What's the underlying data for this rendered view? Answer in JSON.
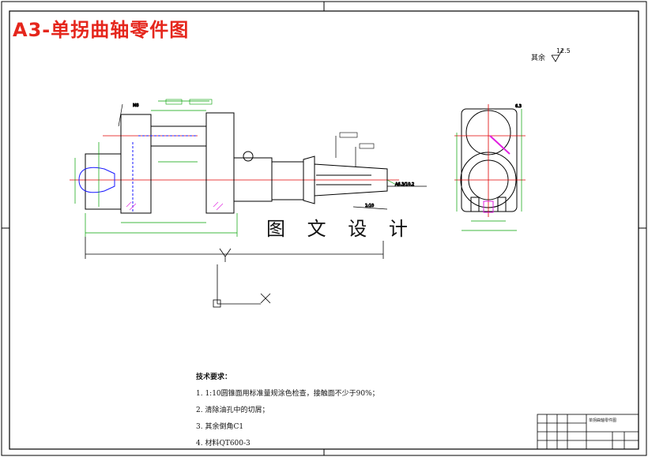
{
  "drawing": {
    "title": "A3-单拐曲轴零件图",
    "watermark": "图 文 设 计",
    "roughness_note": "其余",
    "roughness_value": "12.5",
    "title_block_name": "单拐曲轴零件图"
  },
  "technical_requirements": {
    "heading": "技术要求：",
    "items": [
      "1. 1:10圆锥面用标准量规涂色检查，接触面不少于90%；",
      "2. 清除油孔中的切屑；",
      "3. 其余倒角C1",
      "4. 材料QT600-3"
    ]
  },
  "colors": {
    "title": "#e5261c",
    "outline": "#000000",
    "center_line": "#e00000",
    "dimension": "#00a000",
    "hidden_part": "#1a1aff",
    "hatch": "#e020e0"
  },
  "dimension_labels": {
    "roughness_right": "6.3",
    "keyway_note": "A6.3/10.2",
    "taper_note": "1:10",
    "thread_note": "M8"
  }
}
